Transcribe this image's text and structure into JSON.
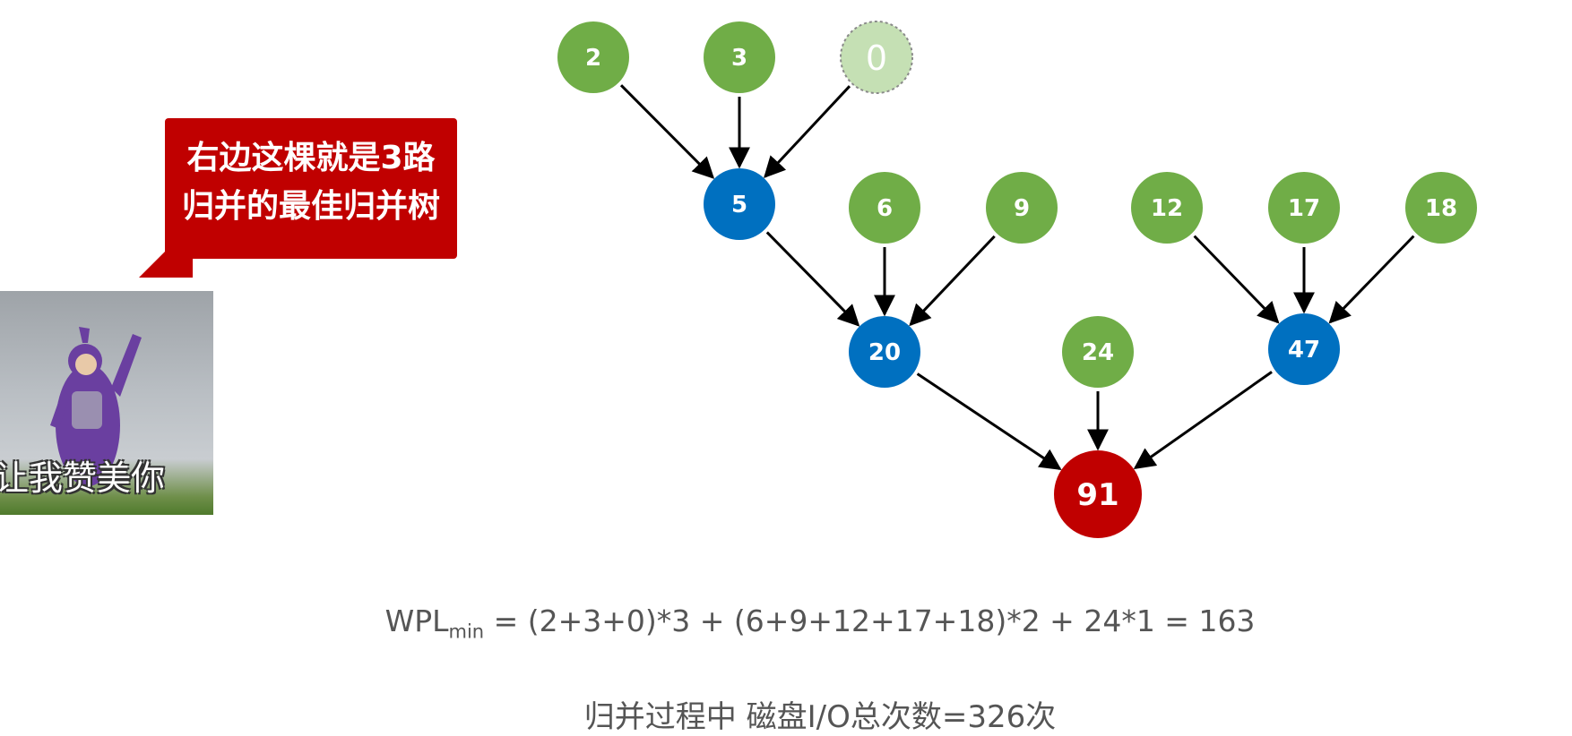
{
  "speech_bubble": {
    "line1": "右边这棵就是3路",
    "line2": "归并的最佳归并树",
    "color": "#c00000"
  },
  "meme": {
    "caption": "让我赞美你",
    "figure_color": "#6a3fa0"
  },
  "tree": {
    "colors": {
      "leaf": "#70ad47",
      "virtual_leaf": "#c5e0b4",
      "internal": "#0070c0",
      "root": "#c00000",
      "edge": "#000000"
    },
    "nodes": [
      {
        "id": "n2",
        "value": "2",
        "kind": "leaf"
      },
      {
        "id": "n3",
        "value": "3",
        "kind": "leaf"
      },
      {
        "id": "n0",
        "value": "0",
        "kind": "virtual"
      },
      {
        "id": "n5",
        "value": "5",
        "kind": "internal"
      },
      {
        "id": "n6",
        "value": "6",
        "kind": "leaf"
      },
      {
        "id": "n9",
        "value": "9",
        "kind": "leaf"
      },
      {
        "id": "n12",
        "value": "12",
        "kind": "leaf"
      },
      {
        "id": "n17",
        "value": "17",
        "kind": "leaf"
      },
      {
        "id": "n18",
        "value": "18",
        "kind": "leaf"
      },
      {
        "id": "n20",
        "value": "20",
        "kind": "internal"
      },
      {
        "id": "n24",
        "value": "24",
        "kind": "leaf"
      },
      {
        "id": "n47",
        "value": "47",
        "kind": "internal"
      },
      {
        "id": "n91",
        "value": "91",
        "kind": "root"
      }
    ],
    "edges": [
      [
        "n2",
        "n5"
      ],
      [
        "n3",
        "n5"
      ],
      [
        "n0",
        "n5"
      ],
      [
        "n5",
        "n20"
      ],
      [
        "n6",
        "n20"
      ],
      [
        "n9",
        "n20"
      ],
      [
        "n12",
        "n47"
      ],
      [
        "n17",
        "n47"
      ],
      [
        "n18",
        "n47"
      ],
      [
        "n20",
        "n91"
      ],
      [
        "n24",
        "n91"
      ],
      [
        "n47",
        "n91"
      ]
    ]
  },
  "formula": {
    "prefix": "WPL",
    "subscript": "min",
    "expression": " = (2+3+0)*3 + (6+9+12+17+18)*2 + 24*1 = 163"
  },
  "io_text": "归并过程中 磁盘I/O总次数=326次"
}
